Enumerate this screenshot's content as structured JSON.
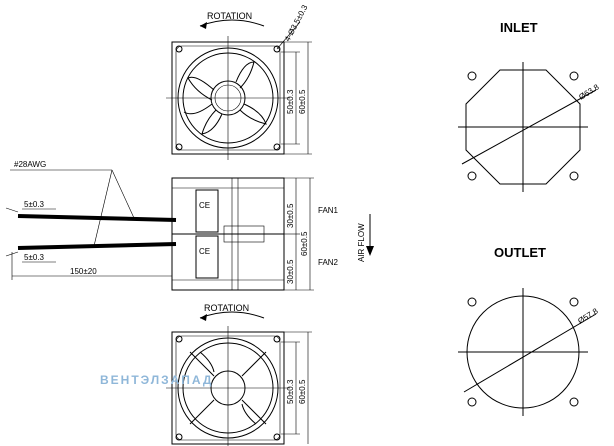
{
  "top_fan": {
    "rotation_label": "ROTATION",
    "holes_label": "4-Ø3.5±0.3",
    "dim_inner": "50±0.3",
    "dim_outer": "60±0.5"
  },
  "side_view": {
    "wire_label": "#28AWG",
    "strip_top": "5±0.3",
    "strip_bottom": "5±0.3",
    "lead_length": "150±20",
    "fan1_label": "FAN1",
    "fan2_label": "FAN2",
    "air_flow_label": "AIR FLOW",
    "dim_fan1_depth": "30±0.5",
    "dim_fan2_depth": "30±0.5",
    "dim_total_depth": "60±0.5"
  },
  "bottom_fan": {
    "rotation_label": "ROTATION",
    "dim_inner": "50±0.3",
    "dim_outer": "60±0.5"
  },
  "inlet": {
    "title": "INLET",
    "diameter_label": "Ø63.8"
  },
  "outlet": {
    "title": "OUTLET",
    "diameter_label": "Ø57.8"
  },
  "watermark": "ВЕНТЭЛЗАПАД"
}
